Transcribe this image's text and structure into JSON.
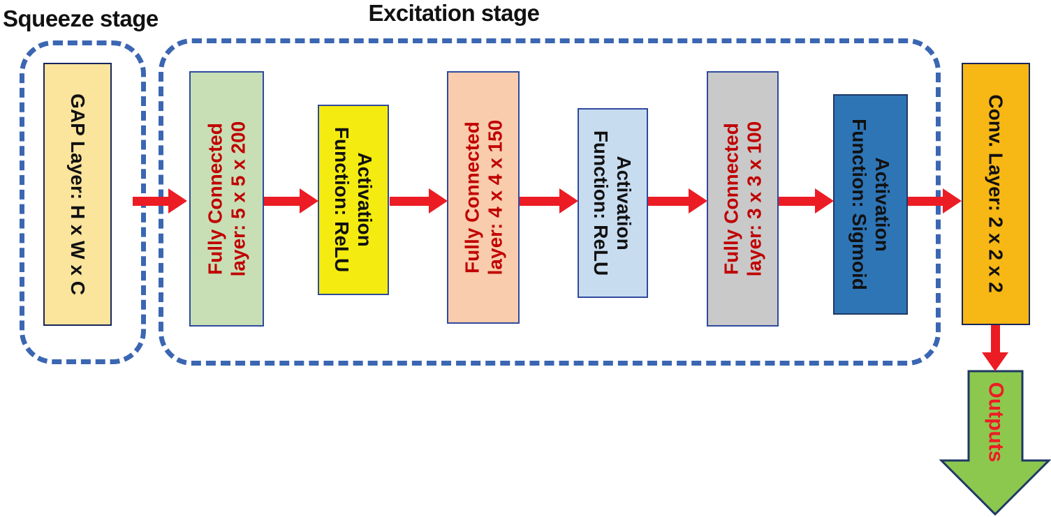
{
  "diagram": {
    "stages": {
      "squeeze": {
        "label": "Squeeze stage"
      },
      "excitation": {
        "label": "Excitation stage"
      }
    },
    "nodes": {
      "gap": {
        "label": "GAP Layer: H x W x C",
        "fill": "#FBE49C",
        "text_color": "#111111"
      },
      "fc1": {
        "lines": [
          "Fully Connected",
          "layer: 5 x 5 x 200"
        ],
        "fill": "#C8DFB5",
        "text_color": "#C00000"
      },
      "relu1": {
        "lines": [
          "Activation",
          "Function: ReLU"
        ],
        "fill": "#F4EB10",
        "text_color": "#111111"
      },
      "fc2": {
        "lines": [
          "Fully Connected",
          "layer: 4 x 4 x 150"
        ],
        "fill": "#F8CCAC",
        "text_color": "#C00000"
      },
      "relu2": {
        "lines": [
          "Activation",
          "Function: ReLU"
        ],
        "fill": "#C8DCF0",
        "text_color": "#111111"
      },
      "fc3": {
        "lines": [
          "Fully Connected",
          "layer: 3 x 3 x 100"
        ],
        "fill": "#C9C9C9",
        "text_color": "#C00000"
      },
      "sigmoid": {
        "lines": [
          "Activation",
          "Function: Sigmoid"
        ],
        "fill": "#2E75B6",
        "text_color": "#111111"
      },
      "conv": {
        "label": "Conv. Layer: 2 x 2 x 2",
        "fill": "#F7B714",
        "text_color": "#111111"
      },
      "outputs": {
        "label": "Outputs",
        "fill": "#8DC84E",
        "text_color": "#ED1C24"
      }
    },
    "colors": {
      "dashed_border": "#3B66B2",
      "arrow_red": "#EC1C24",
      "box_border": "#2E4A9E",
      "dark_border": "#1F3864"
    }
  }
}
